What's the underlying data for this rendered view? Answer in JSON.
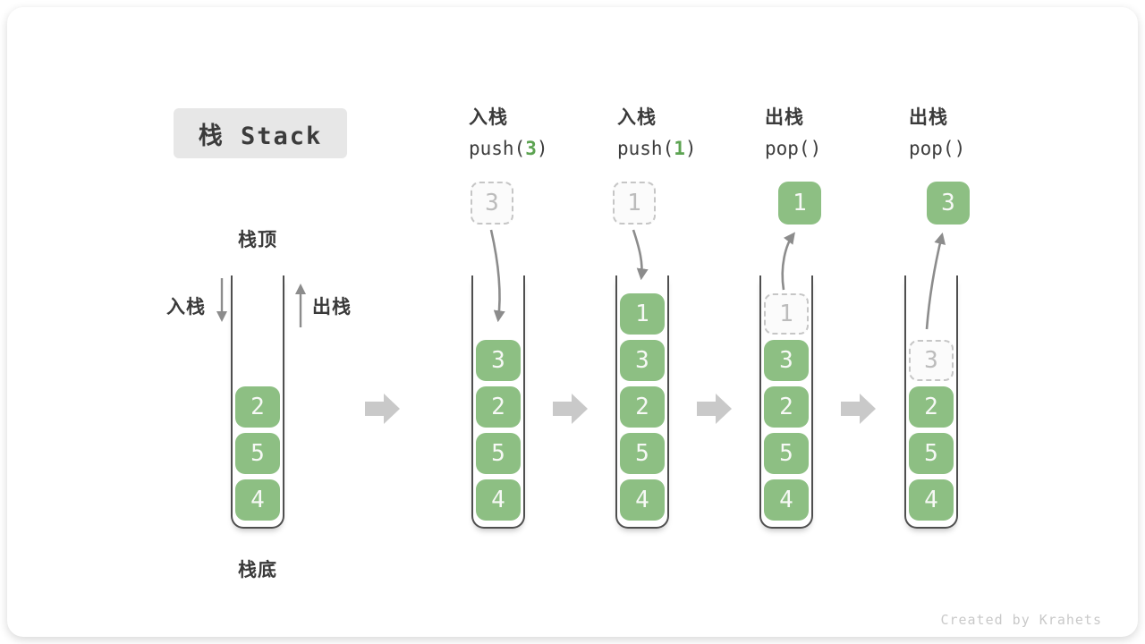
{
  "title": {
    "text": "栈 Stack"
  },
  "legend": {
    "stack_top": "栈顶",
    "stack_bottom": "栈底",
    "push": "入栈",
    "pop": "出栈"
  },
  "operations": [
    {
      "label_cn": "入栈",
      "code_pre": "push(",
      "code_arg": "3",
      "code_post": ")"
    },
    {
      "label_cn": "入栈",
      "code_pre": "push(",
      "code_arg": "1",
      "code_post": ")"
    },
    {
      "label_cn": "出栈",
      "code_pre": "pop()",
      "code_arg": "",
      "code_post": ""
    },
    {
      "label_cn": "出栈",
      "code_pre": "pop()",
      "code_arg": "",
      "code_post": ""
    }
  ],
  "stacks": [
    {
      "name": "initial",
      "cells": [
        {
          "value": "2"
        },
        {
          "value": "5"
        },
        {
          "value": "4"
        }
      ]
    },
    {
      "name": "after-push-3",
      "floating": {
        "value": "3",
        "ghost": true
      },
      "cells": [
        {
          "value": "3"
        },
        {
          "value": "2"
        },
        {
          "value": "5"
        },
        {
          "value": "4"
        }
      ]
    },
    {
      "name": "after-push-1",
      "floating": {
        "value": "1",
        "ghost": true
      },
      "cells": [
        {
          "value": "1"
        },
        {
          "value": "3"
        },
        {
          "value": "2"
        },
        {
          "value": "5"
        },
        {
          "value": "4"
        }
      ]
    },
    {
      "name": "after-pop-1",
      "floating": {
        "value": "1",
        "ghost": false
      },
      "cells": [
        {
          "value": "1",
          "ghost": true
        },
        {
          "value": "3"
        },
        {
          "value": "2"
        },
        {
          "value": "5"
        },
        {
          "value": "4"
        }
      ]
    },
    {
      "name": "after-pop-3",
      "floating": {
        "value": "3",
        "ghost": false
      },
      "cells": [
        {
          "value": "3",
          "ghost": true
        },
        {
          "value": "2"
        },
        {
          "value": "5"
        },
        {
          "value": "4"
        }
      ]
    }
  ],
  "watermark": "Created by Krahets",
  "colors": {
    "cell_green": "#8DBF83",
    "code_arg_green": "#5CA351",
    "arrow_gray": "#8C8C8C",
    "step_arrow_gray": "#C9C9C9",
    "ghost_border_gray": "#C6C6C6",
    "ghost_text_gray": "#BCBCBC",
    "title_badge_bg": "#E7E7E7",
    "text_dark": "#3A3A3A",
    "watermark_gray": "#C9C9C9"
  }
}
